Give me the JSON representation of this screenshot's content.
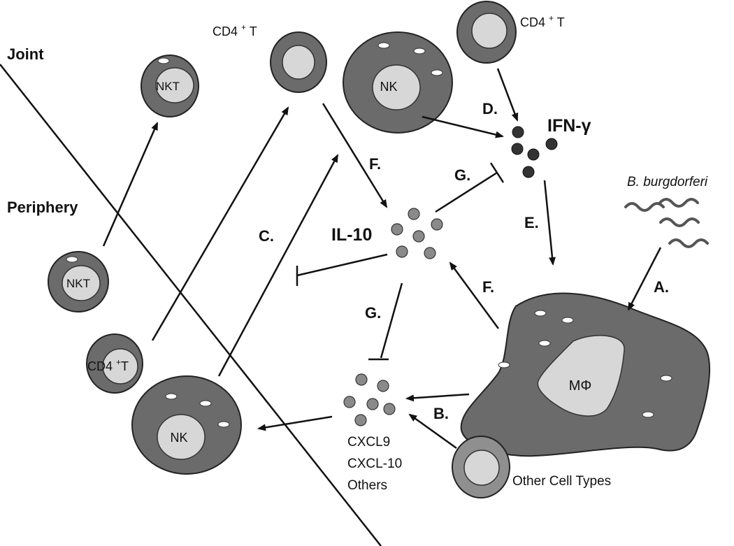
{
  "regions": {
    "joint": "Joint",
    "periphery": "Periphery"
  },
  "cells": {
    "cd4_top": "CD4 ",
    "cd4_top_sup": "+",
    "cd4_top_suffix": " T",
    "cd4_topright": "CD4 ",
    "cd4_topright_sup": "+",
    "cd4_topright_suffix": " T",
    "cd4_bottom": "CD4 ",
    "cd4_bottom_sup": "+",
    "cd4_bottom_suffix": "T",
    "nkt_joint": "NKT",
    "nkt_periphery": "NKT",
    "nk_joint": "NK",
    "nk_periphery": "NK",
    "macrophage": "MΦ",
    "other_cell_types": "Other Cell Types"
  },
  "cytokines": {
    "ifn_gamma": "IFN-γ",
    "il10": "IL-10",
    "chemokines": [
      "CXCL9",
      "CXCL-10",
      "Others"
    ]
  },
  "pathogen": "B. burgdorferi",
  "step_labels": {
    "a": "A.",
    "b": "B.",
    "c": "C.",
    "d": "D.",
    "e": "E.",
    "f_top": "F.",
    "f_bottom": "F.",
    "g_top": "G.",
    "g_bottom": "G."
  }
}
